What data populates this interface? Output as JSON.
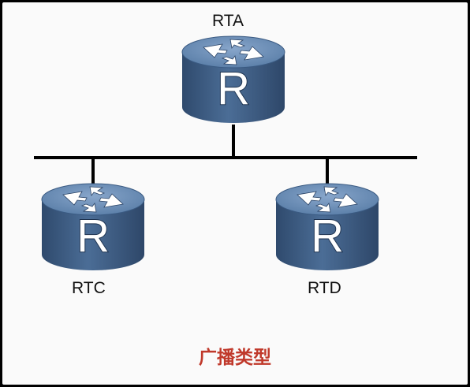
{
  "diagram": {
    "routers": [
      {
        "id": "rta",
        "label": "RTA",
        "glyph": "R"
      },
      {
        "id": "rtc",
        "label": "RTC",
        "glyph": "R"
      },
      {
        "id": "rtd",
        "label": "RTD",
        "glyph": "R"
      }
    ],
    "caption": "广播类型",
    "colors": {
      "router_body": "#3e5c82",
      "router_top": "#6a8bb3",
      "glyph": "#ffffff",
      "bus": "#000000",
      "caption": "#c0392b"
    }
  }
}
